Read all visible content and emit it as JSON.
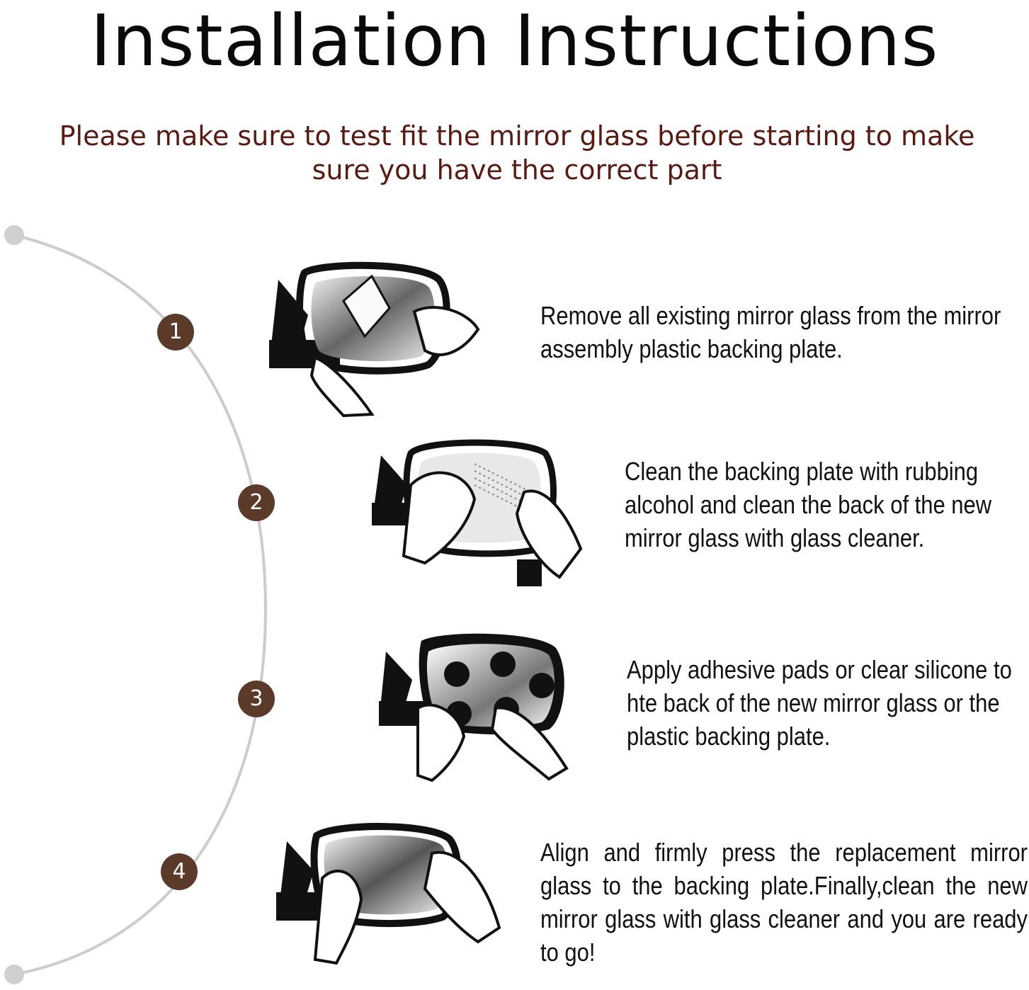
{
  "title": "Installation Instructions",
  "subtitle": "Please make sure to test fit the mirror glass before starting to make sure you have the correct part",
  "colors": {
    "badge": "#5b3a2a",
    "subtitle": "#5a1a12",
    "arc": "#cccccc",
    "text": "#111111"
  },
  "steps": [
    {
      "number": "1",
      "illustration": "remove-glass-icon",
      "text": "Remove all existing mirror glass from the mirror assembly plastic backing plate."
    },
    {
      "number": "2",
      "illustration": "clean-plate-icon",
      "text": "Clean the backing plate with rubbing alcohol and clean the back of the new mirror glass with glass cleaner."
    },
    {
      "number": "3",
      "illustration": "adhesive-pads-icon",
      "text": "Apply adhesive pads or clear silicone to hte back of the new mirror glass or the plastic backing plate."
    },
    {
      "number": "4",
      "illustration": "press-glass-icon",
      "text": "Align and firmly press the replacement mirror glass to the backing plate.Finally,clean the new mirror glass with glass cleaner and you are ready to go!"
    }
  ]
}
